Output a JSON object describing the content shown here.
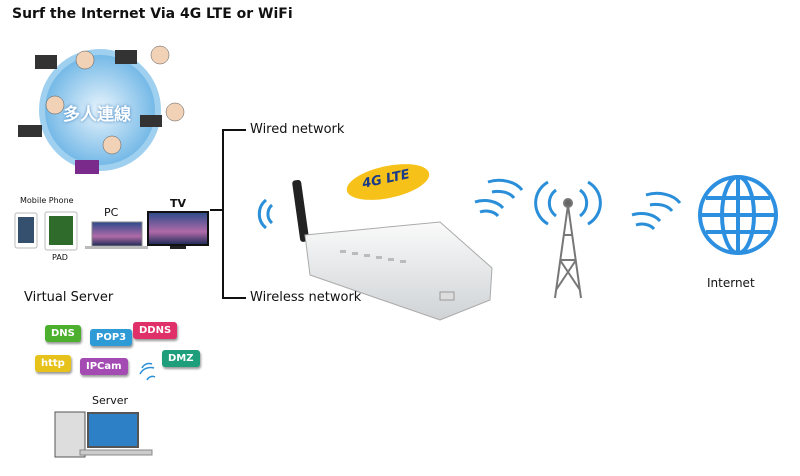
{
  "title": "Surf the Internet Via 4G LTE or WiFi",
  "multi_user_label": "多人連線",
  "devices": {
    "mobile_phone": "Mobile Phone",
    "pad": "PAD",
    "pc": "PC",
    "tv": "TV"
  },
  "connections": {
    "wired": "Wired network",
    "wireless": "Wireless network"
  },
  "router_logo": "4G LTE",
  "internet_label": "Internet",
  "virtual_server": {
    "title": "Virtual Server",
    "services": [
      {
        "label": "DNS",
        "color": "#4caf2e"
      },
      {
        "label": "POP3",
        "color": "#2e9ad6"
      },
      {
        "label": "DDNS",
        "color": "#e0306a"
      },
      {
        "label": "http",
        "color": "#e6c21a"
      },
      {
        "label": "IPCam",
        "color": "#a34bb3"
      },
      {
        "label": "DMZ",
        "color": "#1e9e7a"
      }
    ],
    "server_label": "Server"
  },
  "colors": {
    "wifi": "#2a8fd8",
    "globe": "#2c8fe0"
  }
}
